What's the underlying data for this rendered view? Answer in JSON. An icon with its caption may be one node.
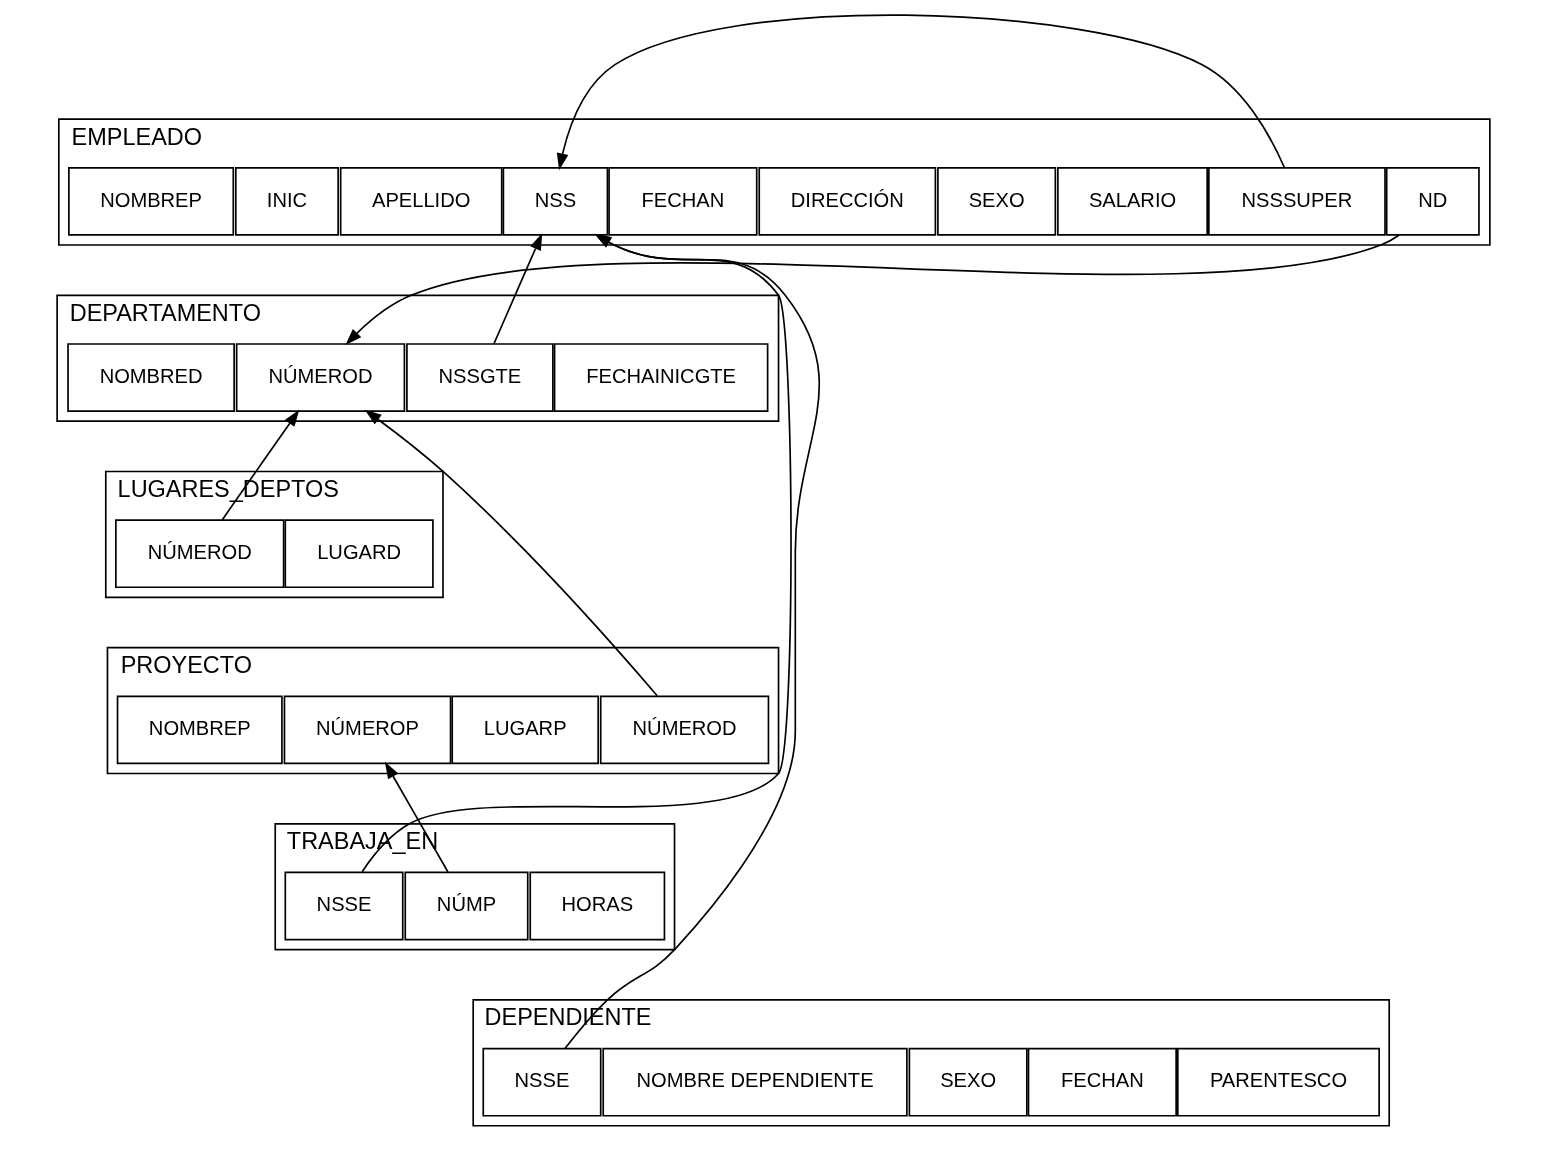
{
  "diagram": {
    "nodes": [
      {
        "text": [
          "EMPLEADO"
        ]
      },
      {
        "text": [
          "NOMBREP"
        ],
        "in": 0
      },
      {
        "text": [
          "INIC"
        ],
        "in": 0
      },
      {
        "text": [
          "APELLIDO"
        ],
        "in": 0
      },
      {
        "text": [
          "NSS"
        ],
        "in": 0
      },
      {
        "text": [
          "FECHAN"
        ],
        "in": 0
      },
      {
        "text": [
          "DIRECCIÓN"
        ],
        "in": 0
      },
      {
        "text": [
          "SEXO"
        ],
        "in": 0
      },
      {
        "text": [
          "SALARIO"
        ],
        "in": 0
      },
      {
        "text": [
          "NSSSUPER"
        ],
        "in": 0
      },
      {
        "text": [
          "ND"
        ],
        "in": 0
      },
      {
        "text": [
          "DEPARTAMENTO"
        ]
      },
      {
        "text": [
          "NOMBRED"
        ],
        "in": 11
      },
      {
        "text": [
          "NÚMEROD"
        ],
        "in": 11
      },
      {
        "text": [
          "NSSGTE"
        ],
        "in": 11
      },
      {
        "text": [
          "FECHAINICGTE"
        ],
        "in": 11
      },
      {
        "text": [
          "LUGARES_DEPTOS"
        ]
      },
      {
        "text": [
          "NÚMEROD"
        ],
        "in": 16
      },
      {
        "text": [
          "LUGARD"
        ],
        "in": 16
      },
      {
        "text": [
          "PROYECTO"
        ]
      },
      {
        "text": [
          "NOMBREP"
        ],
        "in": 19
      },
      {
        "text": [
          "NÚMEROP"
        ],
        "in": 19
      },
      {
        "text": [
          "LUGARP"
        ],
        "in": 19
      },
      {
        "text": [
          "NÚMEROD"
        ],
        "in": 19
      },
      {
        "text": [
          "TRABAJA_EN"
        ]
      },
      {
        "text": [
          "NSSE"
        ],
        "in": 24
      },
      {
        "text": [
          "NÚMP"
        ],
        "in": 24
      },
      {
        "text": [
          "HORAS"
        ],
        "in": 24
      },
      {
        "text": [
          "DEPENDIENTE"
        ]
      },
      {
        "text": [
          "NSSE"
        ],
        "in": 28
      },
      {
        "text": [
          "NOMBRE DEPENDIENTE"
        ],
        "in": 28
      },
      {
        "text": [
          "SEXO"
        ],
        "in": 28
      },
      {
        "text": [
          "FECHAN"
        ],
        "in": 28
      },
      {
        "text": [
          "PARENTESCO"
        ],
        "in": 28
      }
    ],
    "edges": [
      {
        "from": 9,
        "to": 4,
        "arrow": "to"
      },
      {
        "from": 10,
        "to": 13,
        "arrow": "to"
      },
      {
        "from": 14,
        "to": 4,
        "arrow": "to"
      },
      {
        "from": 17,
        "to": 13,
        "arrow": "to"
      },
      {
        "from": 23,
        "to": 13,
        "arrow": "to"
      },
      {
        "from": 25,
        "to": 4,
        "arrow": "to"
      },
      {
        "from": 26,
        "to": 21,
        "arrow": "to"
      },
      {
        "from": 29,
        "to": 4,
        "arrow": "to"
      }
    ]
  }
}
